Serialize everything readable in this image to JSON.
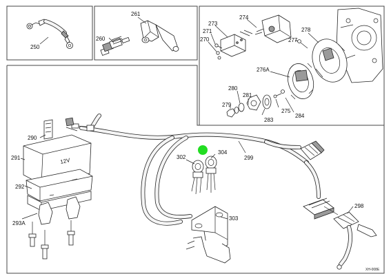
{
  "labels": {
    "p250": "250",
    "p261": "261",
    "p260": "260",
    "p274": "274",
    "p273": "273",
    "p271": "271",
    "p270": "270",
    "p278": "278",
    "p277": "277",
    "p276a": "276A",
    "p280": "280",
    "p281": "281",
    "p279": "279",
    "p283": "283",
    "p275": "275",
    "p284": "284",
    "p290": "290",
    "p291": "291",
    "p292": "292",
    "p293a": "293A",
    "p302": "302",
    "p304": "304",
    "p299": "299",
    "p303": "303",
    "p298": "298",
    "battery_text": "12V"
  },
  "drawing_code": "XH-008E",
  "colors": {
    "marker": "#22dd22"
  },
  "icons": {
    "marker": "green-circle-marker"
  }
}
